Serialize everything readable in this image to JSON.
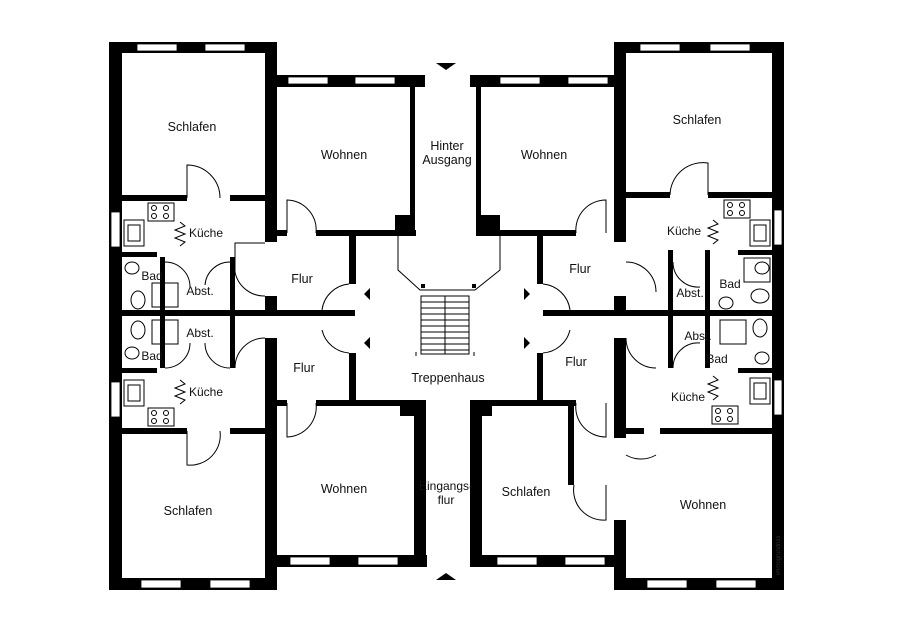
{
  "rooms": {
    "schlafen_tl": "Schlafen",
    "wohnen_tl": "Wohnen",
    "hinter_line1": "Hinter",
    "hinter_line2": "Ausgang",
    "wohnen_tr": "Wohnen",
    "schlafen_tr": "Schlafen",
    "kueche_l1": "Küche",
    "kueche_r1": "Küche",
    "bad_l1": "Bad",
    "abst_l1": "Abst.",
    "bad_r1": "Bad",
    "abst_r1": "Abst.",
    "flur_l1": "Flur",
    "flur_r1": "Flur",
    "abst_l2": "Abst.",
    "bad_l2": "Bad",
    "abst_r2": "Abst.",
    "bad_r2": "Bad",
    "flur_l2": "Flur",
    "flur_r2": "Flur",
    "treppenhaus": "Treppenhaus",
    "kueche_l2": "Küche",
    "kueche_r2": "Küche",
    "schlafen_bl": "Schlafen",
    "wohnen_bl": "Wohnen",
    "eingang_line1": "Eingangs-",
    "eingang_line2": "flur",
    "schlafen_bm": "Schlafen",
    "wohnen_br": "Wohnen"
  },
  "credit": "immogrundriss"
}
